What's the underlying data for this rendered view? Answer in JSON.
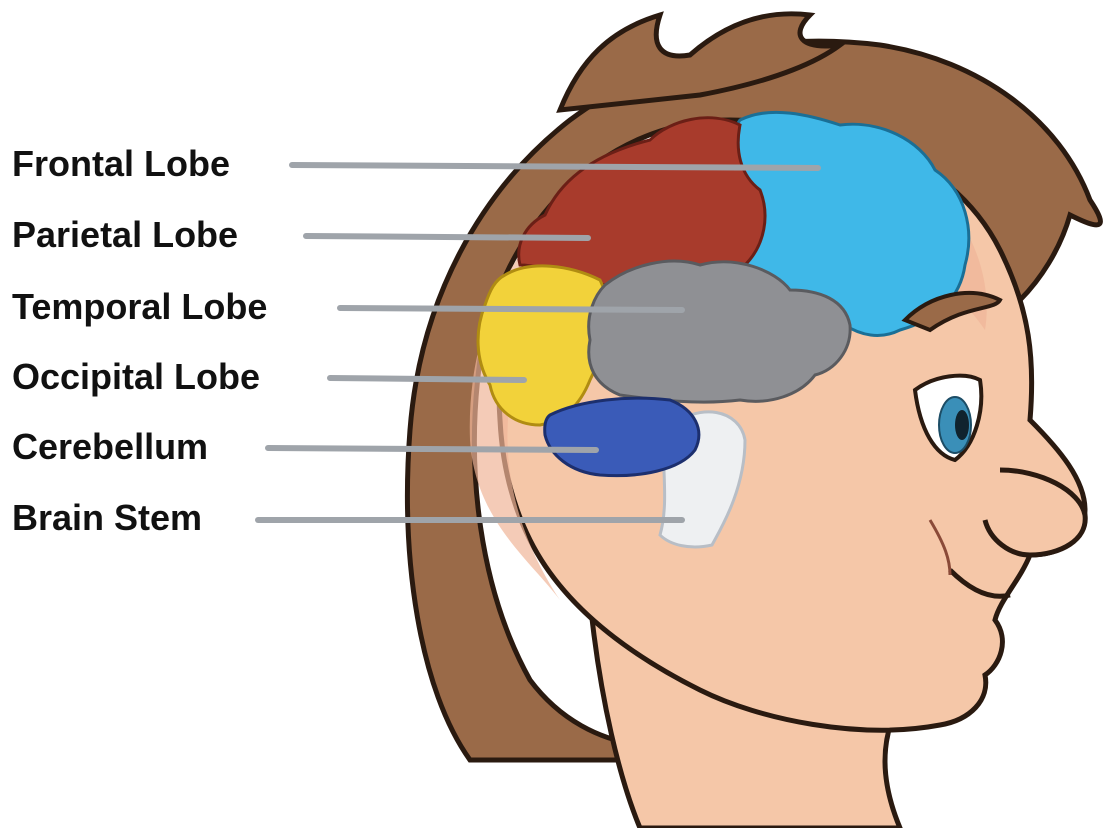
{
  "diagram": {
    "labels": [
      {
        "id": "frontal",
        "text": "Frontal Lobe"
      },
      {
        "id": "parietal",
        "text": "Parietal Lobe"
      },
      {
        "id": "temporal",
        "text": "Temporal Lobe"
      },
      {
        "id": "occipital",
        "text": "Occipital Lobe"
      },
      {
        "id": "cerebellum",
        "text": "Cerebellum"
      },
      {
        "id": "brainstem",
        "text": "Brain Stem"
      }
    ],
    "region_colors": {
      "frontal": "#3fb8e8",
      "parietal": "#a83b2c",
      "temporal": "#8f9094",
      "occipital": "#f2d23a",
      "cerebellum": "#3a5bb8",
      "brainstem": "#eef0f2"
    },
    "skin_color": "#f5c7a8",
    "hair_color": "#9a6a48",
    "eye_color": "#3a8fb8"
  }
}
